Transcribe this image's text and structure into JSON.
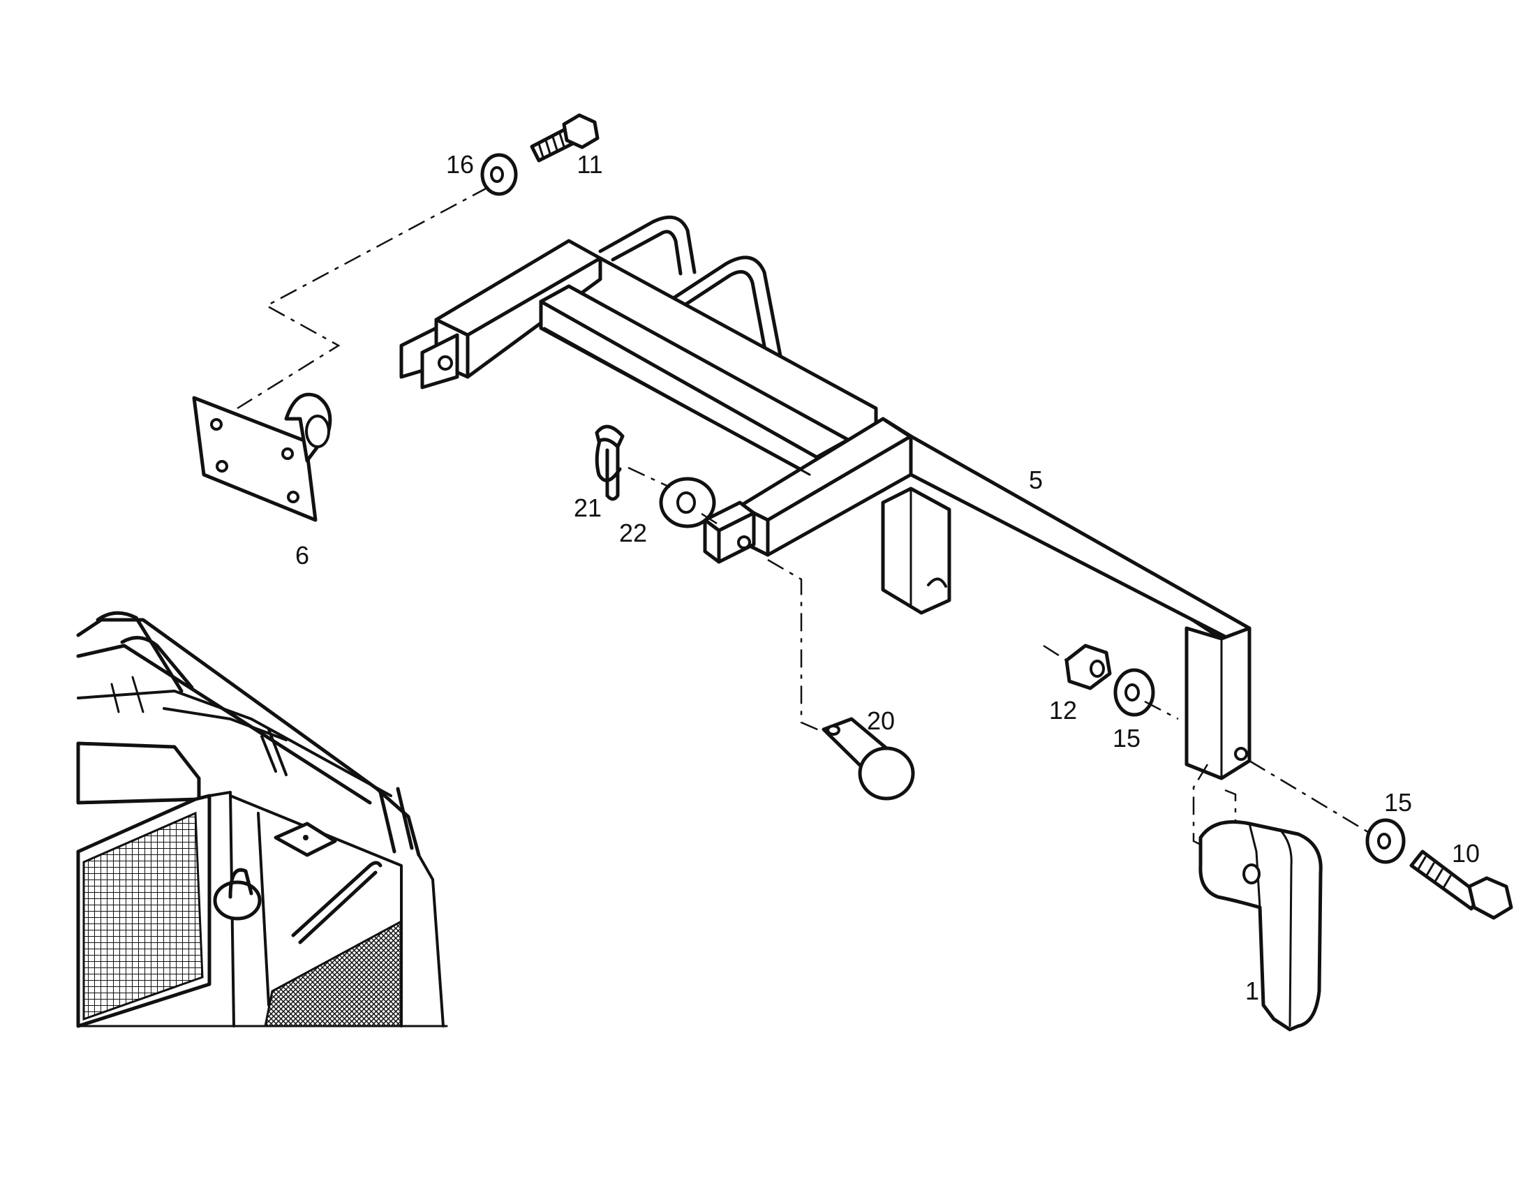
{
  "callouts": {
    "p1": "1",
    "p5": "5",
    "p6": "6",
    "p10": "10",
    "p11": "11",
    "p12": "12",
    "p15a": "15",
    "p15b": "15",
    "p16": "16",
    "p20": "20",
    "p21": "21",
    "p22": "22"
  }
}
